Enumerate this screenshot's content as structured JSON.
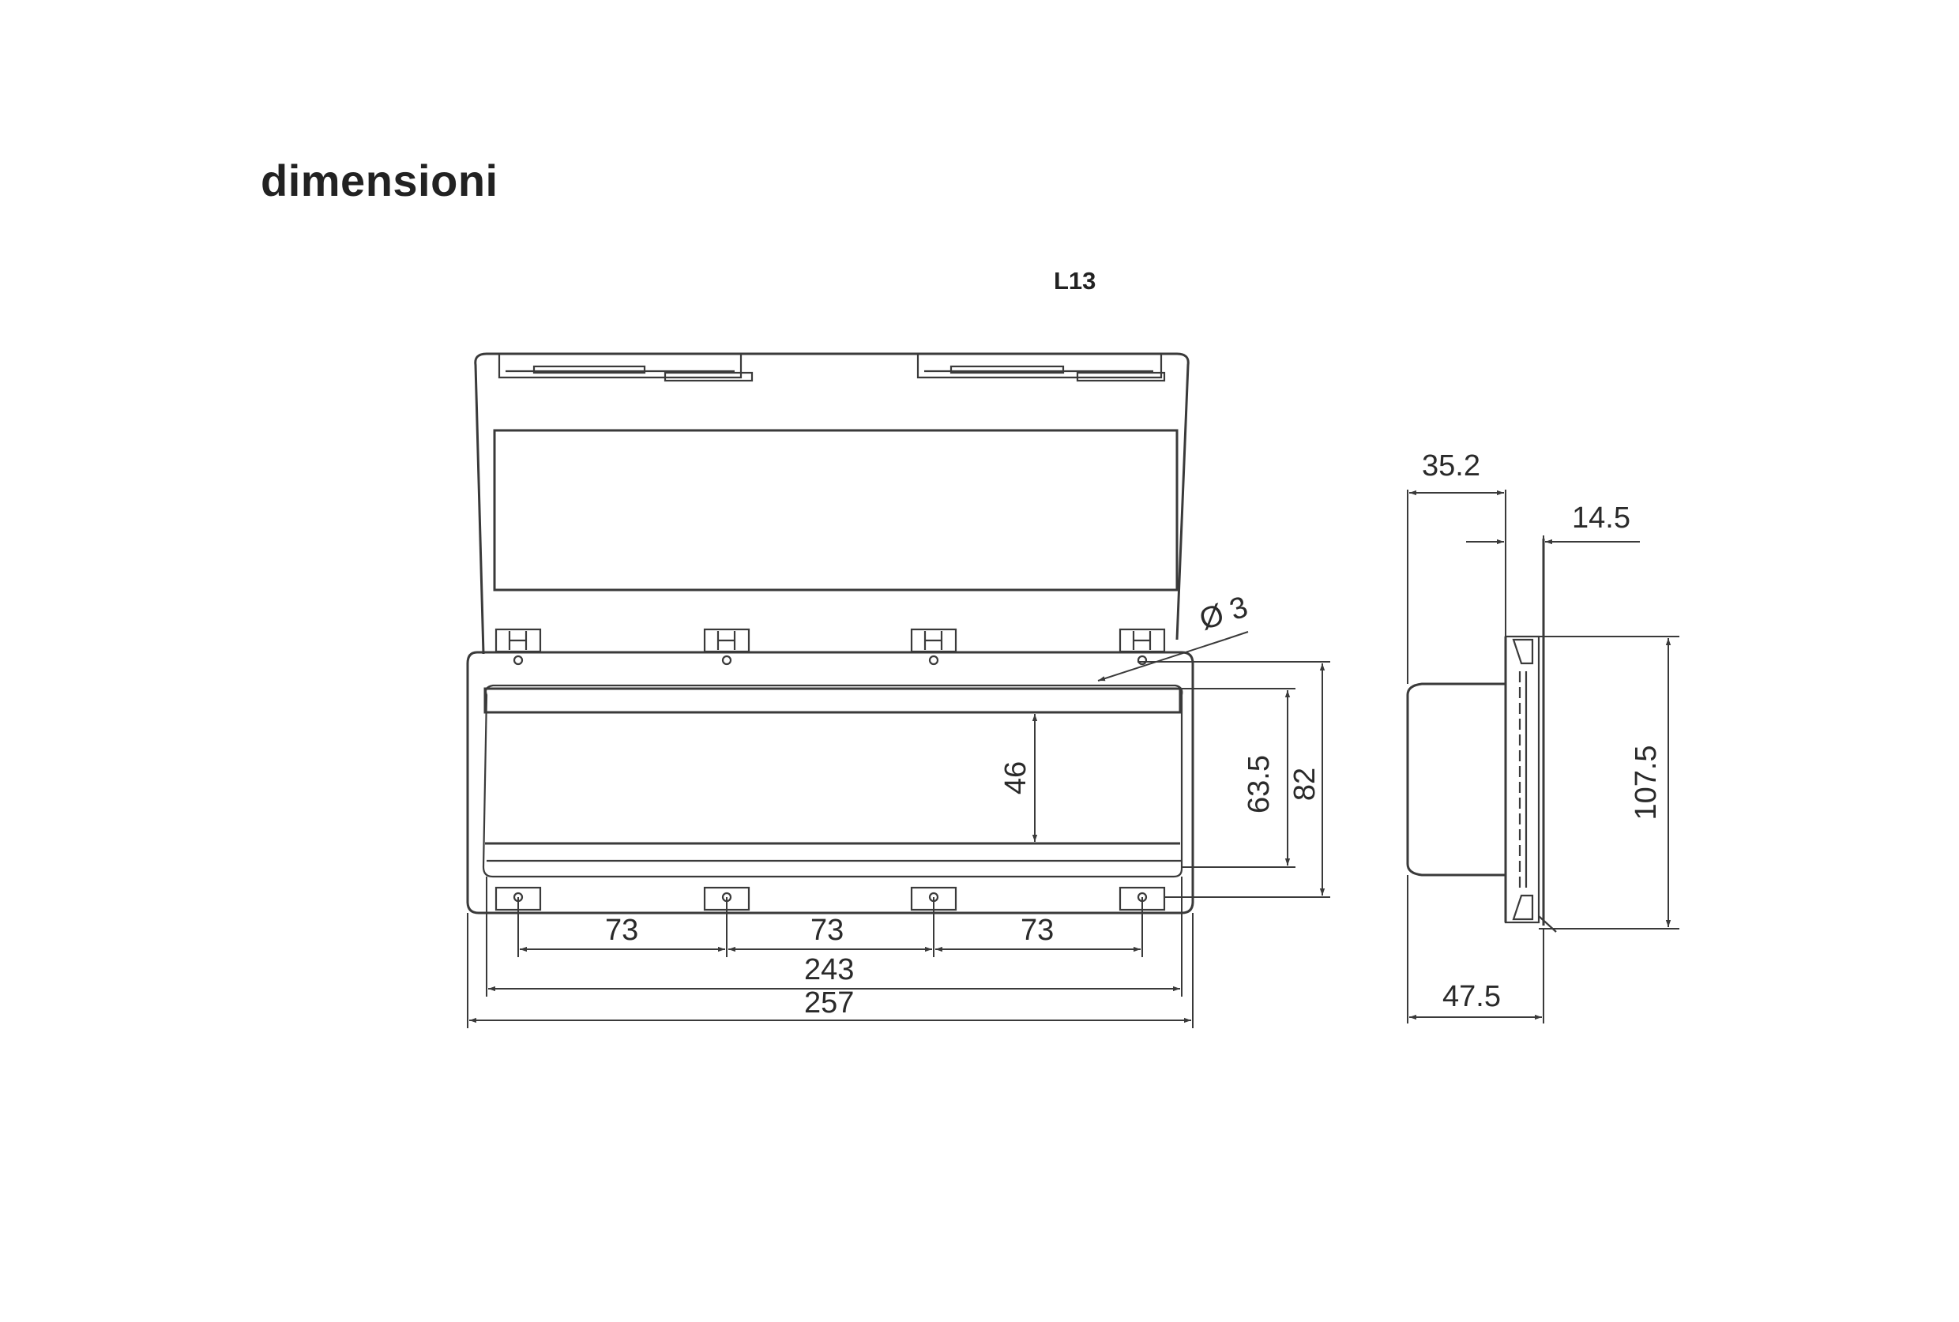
{
  "title": "dimensioni",
  "model": "L13",
  "front_view": {
    "hole_label": "Ø 3",
    "dims": {
      "spacing_1": "73",
      "spacing_2": "73",
      "spacing_3": "73",
      "hole_span": "243",
      "overall_width": "257",
      "window_height": "46",
      "inner_height": "63.5",
      "overall_height": "82"
    }
  },
  "side_view": {
    "dims": {
      "depth_front": "35.2",
      "offset": "14.5",
      "height": "107.5",
      "depth_total": "47.5"
    }
  }
}
